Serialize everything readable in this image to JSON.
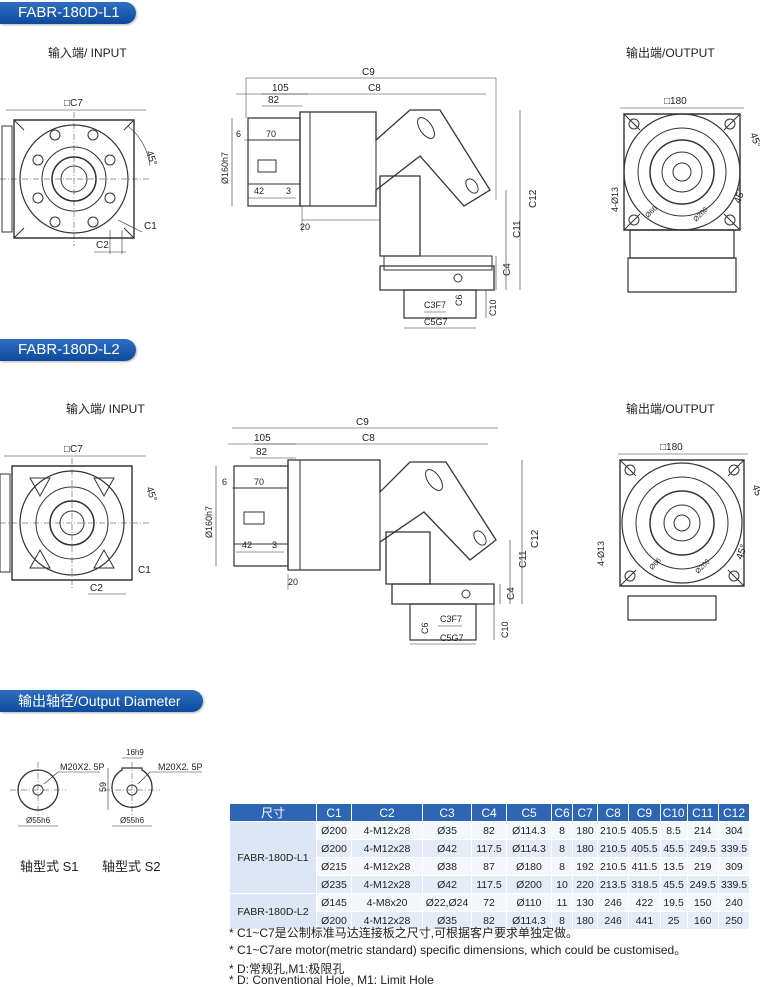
{
  "sections": {
    "l1_title": "FABR-180D-L1",
    "l2_title": "FABR-180D-L2",
    "output_title": "输出轴径/Output Diameter"
  },
  "views": {
    "input_label": "输入端/ INPUT",
    "output_label": "输出端/OUTPUT"
  },
  "dims": {
    "c7": "□C7",
    "c180": "□180",
    "angle": "45°",
    "c1": "C1",
    "c2": "C2",
    "c9": "C9",
    "c8": "C8",
    "d105": "105",
    "d82": "82",
    "d6": "6",
    "d70": "70",
    "d42": "42",
    "d3": "3",
    "d20": "20",
    "phi160": "Ø160h7",
    "c11": "C11",
    "c12": "C12",
    "c4": "C4",
    "c3": "C3F7",
    "c6": "C6",
    "c10": "C10",
    "c5": "C5G7",
    "holes": "4-Ø13",
    "bcd": "Ø200",
    "ref66": "Ø66"
  },
  "shafts": {
    "thread": "M20X2. 5P",
    "key": "16h9",
    "height": "59",
    "dia": "Ø55h6",
    "s1": "轴型式 S1",
    "s2": "轴型式 S2"
  },
  "table": {
    "headers": [
      "尺寸",
      "C1",
      "C2",
      "C3",
      "C4",
      "C5",
      "C6",
      "C7",
      "C8",
      "C9",
      "C10",
      "C11",
      "C12"
    ],
    "groups": [
      {
        "model": "FABR-180D-L1",
        "rows": [
          [
            "Ø200",
            "4-M12x28",
            "Ø35",
            "82",
            "Ø114.3",
            "8",
            "180",
            "210.5",
            "405.5",
            "8.5",
            "214",
            "304"
          ],
          [
            "Ø200",
            "4-M12x28",
            "Ø42",
            "117.5",
            "Ø114.3",
            "8",
            "180",
            "210.5",
            "405.5",
            "45.5",
            "249.5",
            "339.5"
          ],
          [
            "Ø215",
            "4-M12x28",
            "Ø38",
            "87",
            "Ø180",
            "8",
            "192",
            "210.5",
            "411.5",
            "13.5",
            "219",
            "309"
          ],
          [
            "Ø235",
            "4-M12x28",
            "Ø42",
            "117.5",
            "Ø200",
            "10",
            "220",
            "213.5",
            "318.5",
            "45.5",
            "249.5",
            "339.5"
          ]
        ]
      },
      {
        "model": "FABR-180D-L2",
        "rows": [
          [
            "Ø145",
            "4-M8x20",
            "Ø22,Ø24",
            "72",
            "Ø110",
            "11",
            "130",
            "246",
            "422",
            "19.5",
            "150",
            "240"
          ],
          [
            "Ø200",
            "4-M12x28",
            "Ø35",
            "82",
            "Ø114.3",
            "8",
            "180",
            "246",
            "441",
            "25",
            "160",
            "250"
          ]
        ]
      }
    ]
  },
  "notes": [
    "* C1~C7是公制标准马达连接板之尺寸,可根据客户要求单独定做。",
    "* C1~C7are motor(metric standard)  specific dimensions, which could be customised。",
    "* D:常规孔,M1:极限孔",
    "* D: Conventional Hole, M1: Limit Hole"
  ]
}
